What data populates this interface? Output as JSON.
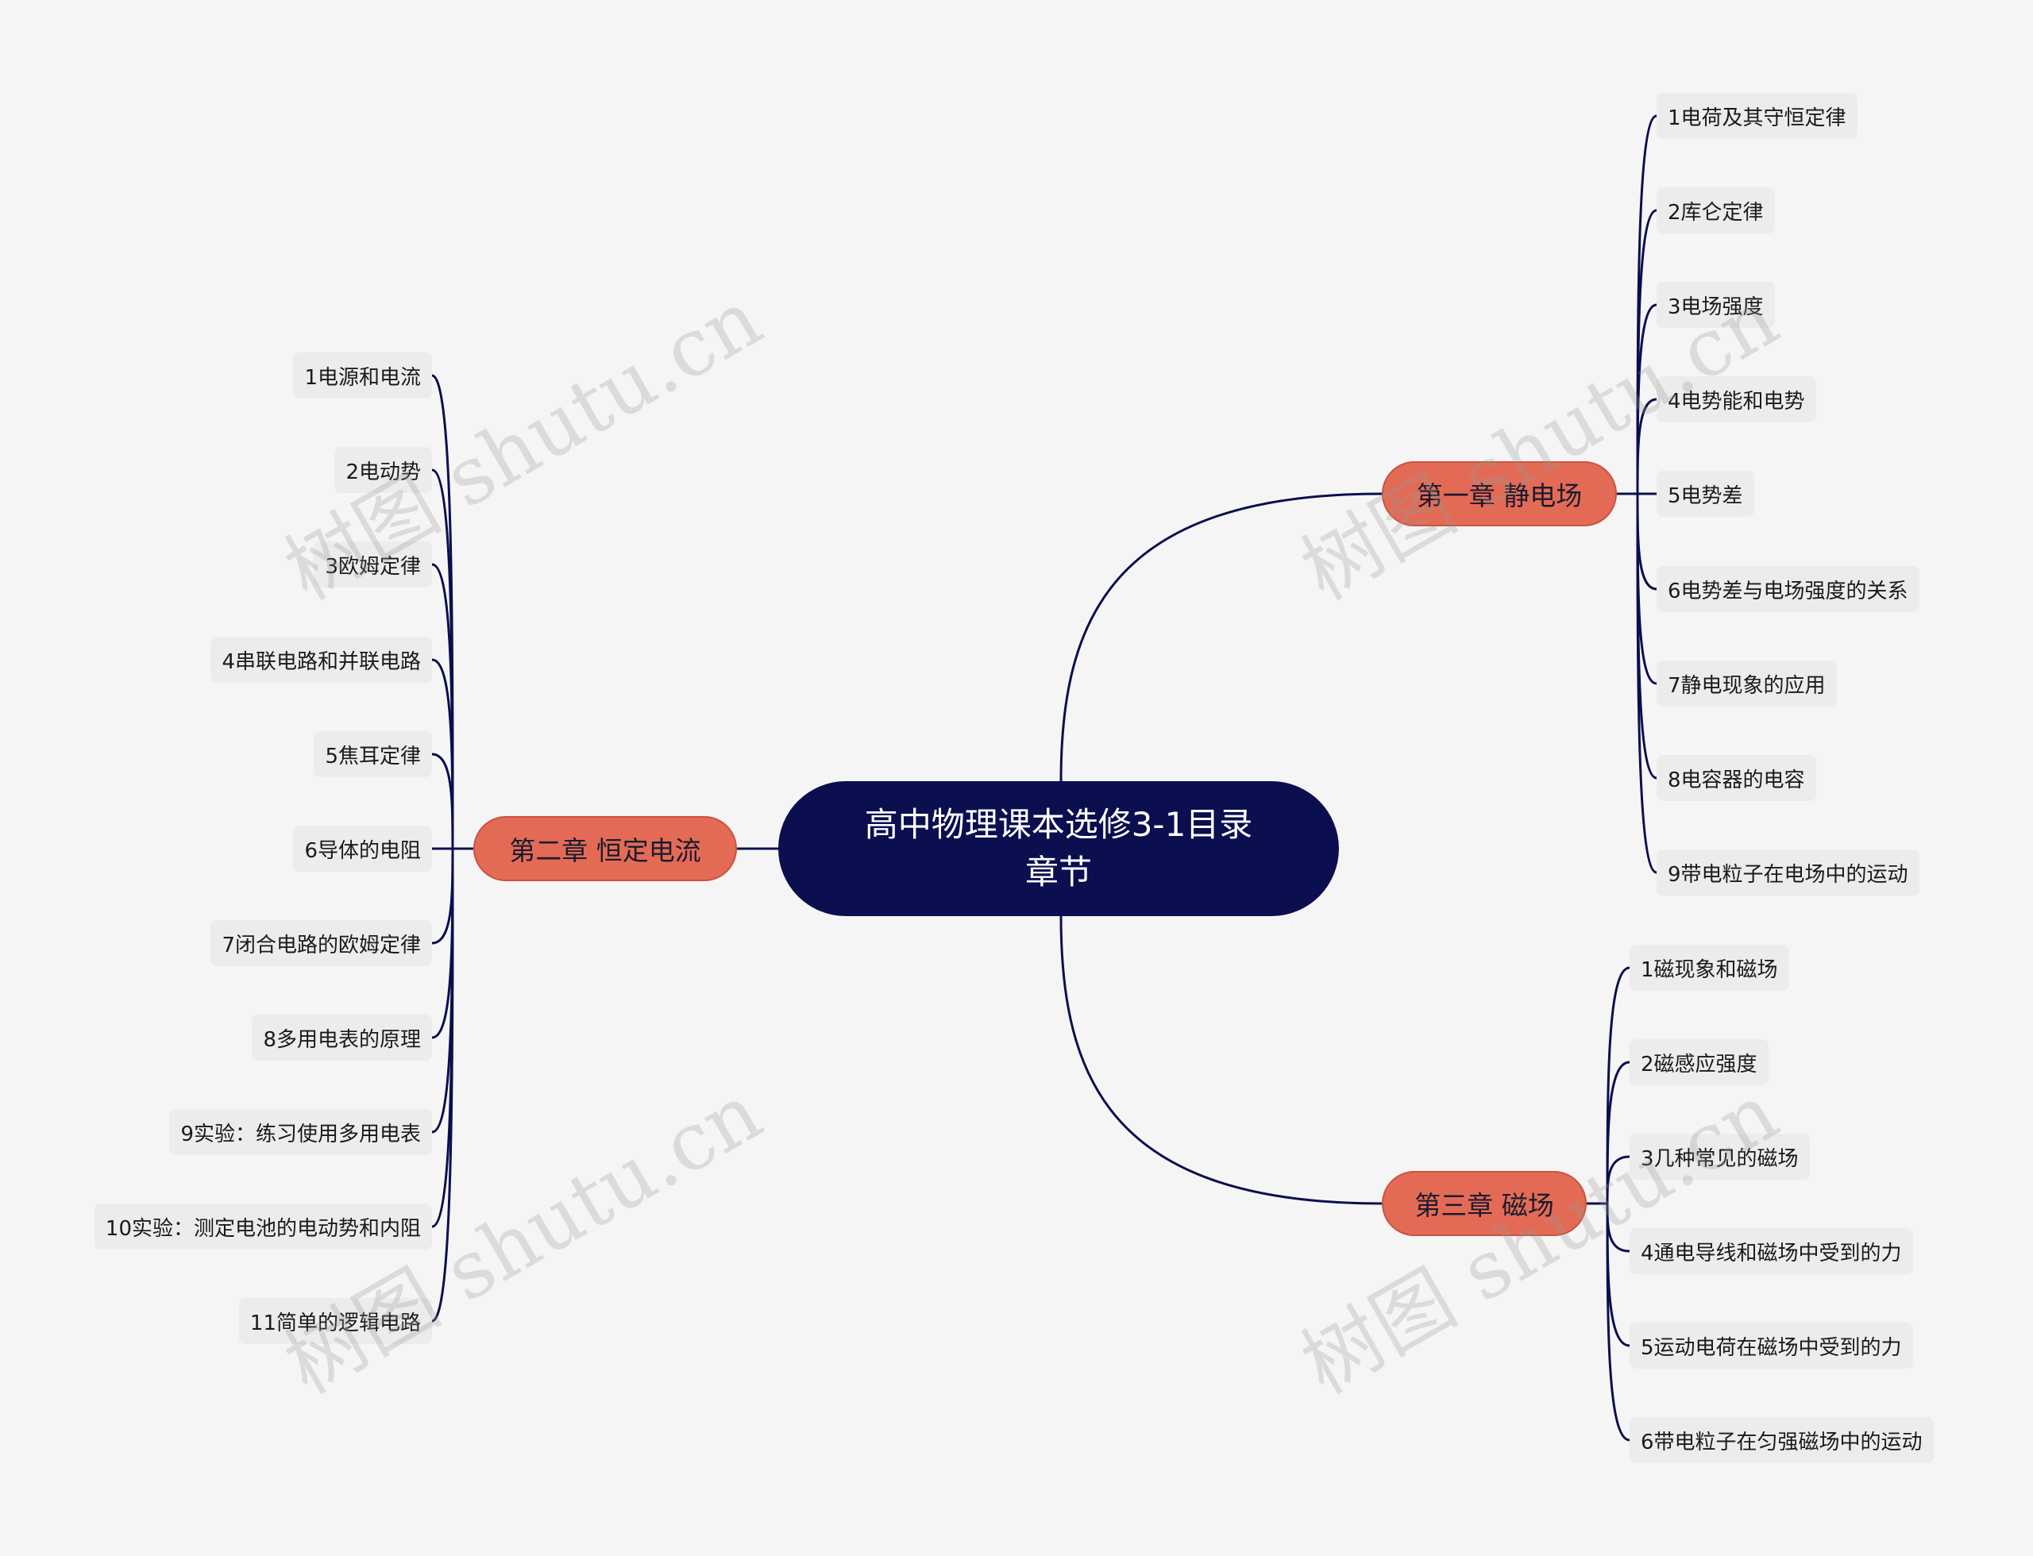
{
  "root": {
    "title": "高中物理课本选修3-1目录\n章节"
  },
  "chapters": [
    {
      "label": "第一章  静电场",
      "items": [
        "1电荷及其守恒定律",
        "2库仑定律",
        "3电场强度",
        "4电势能和电势",
        "5电势差",
        "6电势差与电场强度的关系",
        "7静电现象的应用",
        "8电容器的电容",
        "9带电粒子在电场中的运动"
      ]
    },
    {
      "label": "第二章  恒定电流",
      "items": [
        "1电源和电流",
        "2电动势",
        "3欧姆定律",
        "4串联电路和并联电路",
        "5焦耳定律",
        "6导体的电阻",
        "7闭合电路的欧姆定律",
        "8多用电表的原理",
        "9实验：练习使用多用电表",
        "10实验：测定电池的电动势和内阻",
        "11简单的逻辑电路"
      ]
    },
    {
      "label": "第三章  磁场",
      "items": [
        "1磁现象和磁场",
        "2磁感应强度",
        "3几种常见的磁场",
        "4通电导线和磁场中受到的力",
        "5运动电荷在磁场中受到的力",
        "6带电粒子在匀强磁场中的运动"
      ]
    }
  ],
  "watermark": "树图 shutu.cn",
  "colors": {
    "root": "#0b0f4f",
    "chapter": "#e36b55",
    "line": "#0b0f4f"
  }
}
